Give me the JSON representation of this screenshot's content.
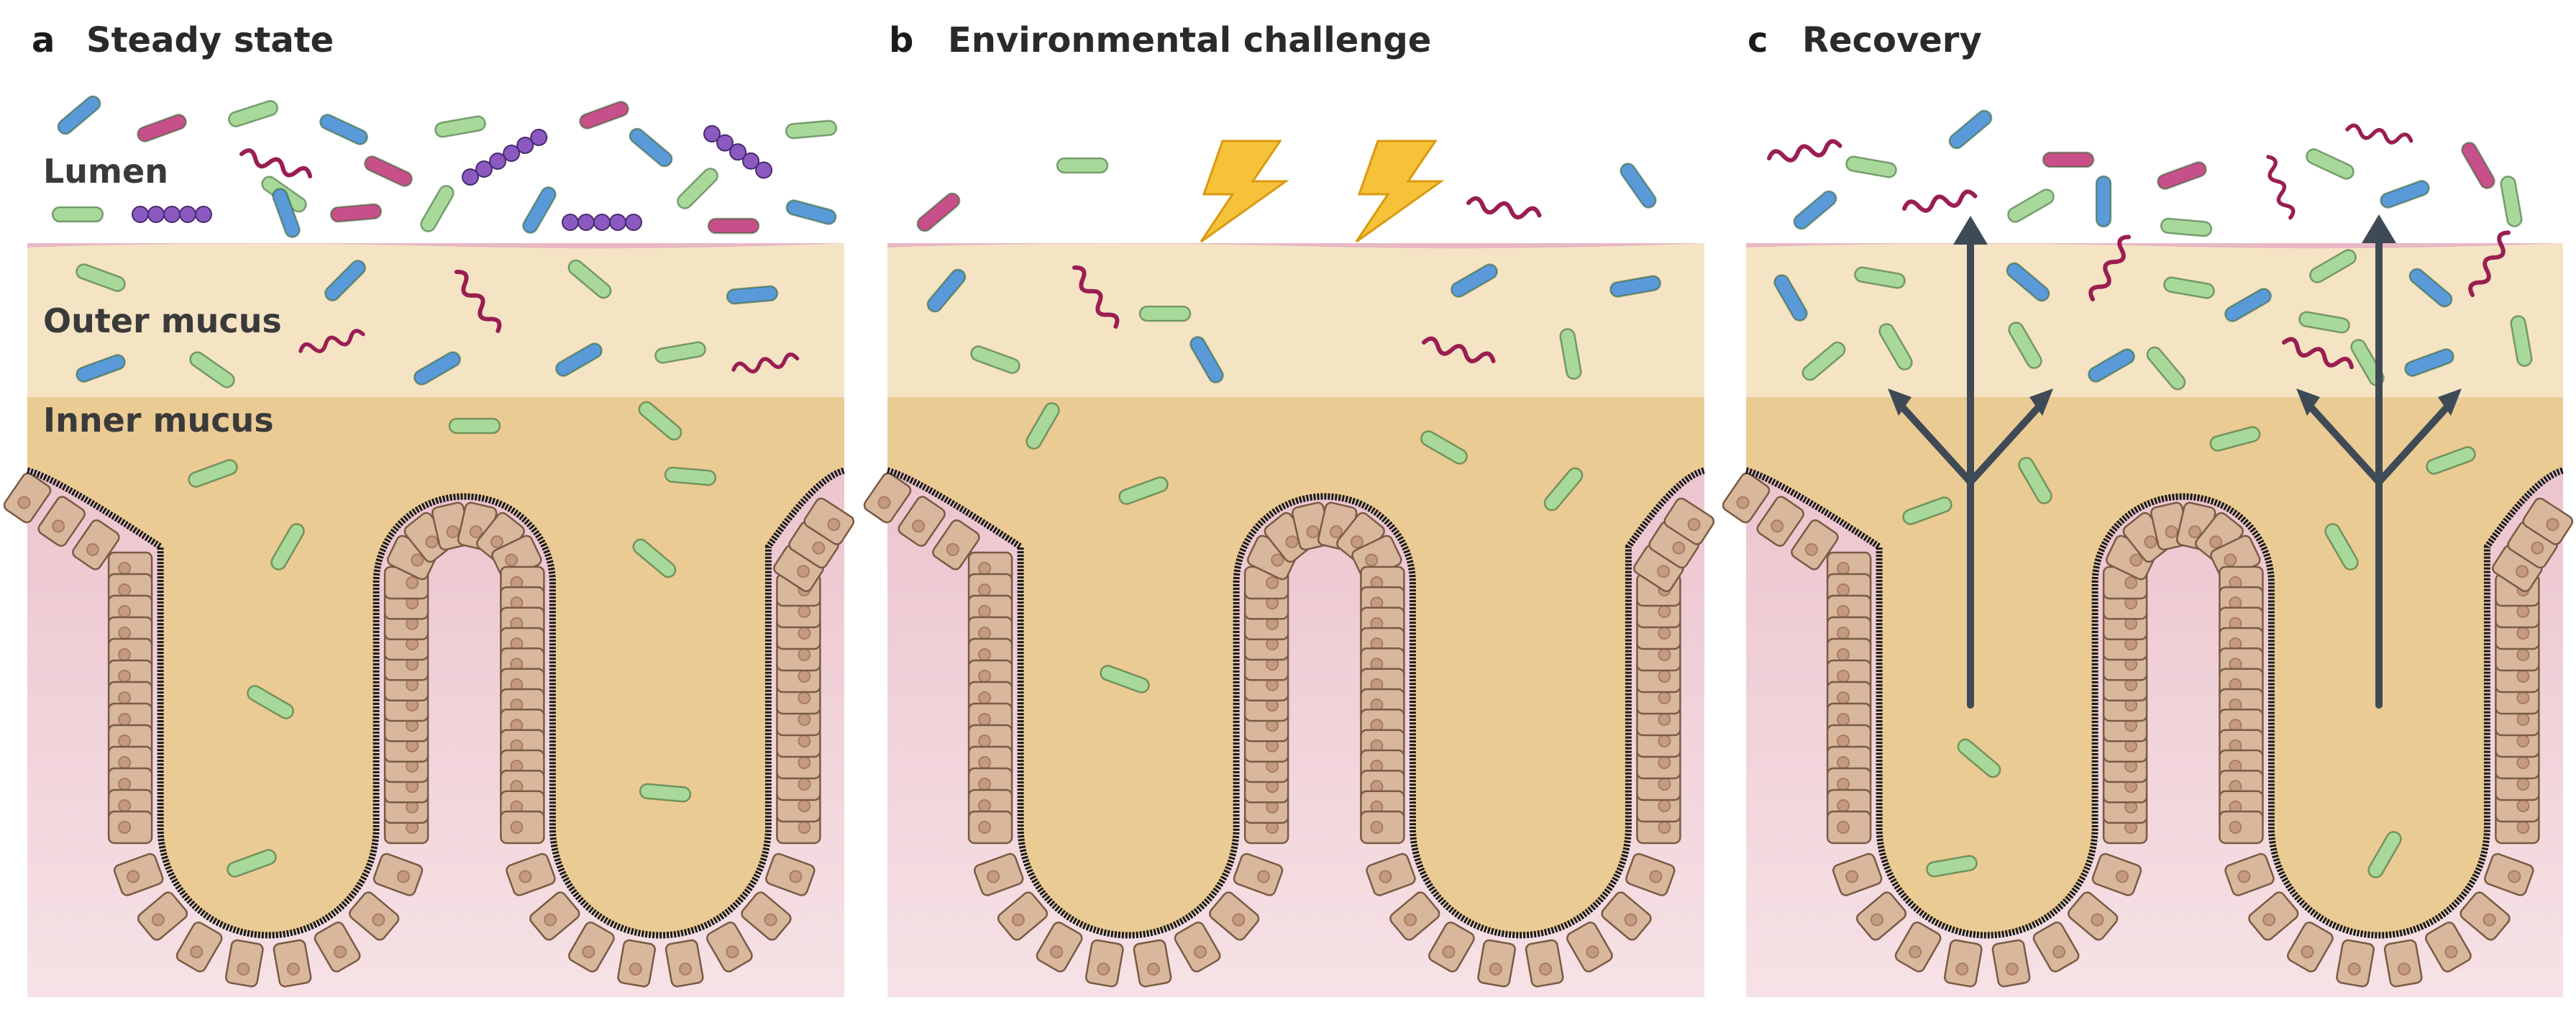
{
  "panels": [
    {
      "letter": "a",
      "title": "Steady state"
    },
    {
      "letter": "b",
      "title": "Environmental challenge"
    },
    {
      "letter": "c",
      "title": "Recovery"
    }
  ],
  "layer_labels": {
    "lumen": "Lumen",
    "outer_mucus": "Outer mucus",
    "inner_mucus": "Inner mucus"
  },
  "colors": {
    "background": "#ffffff",
    "outer_mucus": "#f5e4c4",
    "inner_mucus": "#ebcb94",
    "tissue_top": "#e8b8c4",
    "tissue_bottom": "#f6e2e6",
    "cell_fill": "#d8b79c",
    "cell_stroke": "#7a5a44",
    "nucleus": "#c49a80",
    "brush_border": "#1a1a1a",
    "bacteria_green": "#a8d89a",
    "bacteria_blue": "#5b9ad8",
    "bacteria_pink": "#c8508a",
    "bacteria_purple": "#8a5ac0",
    "spirochete": "#9a1e52",
    "lightning": "#f6c23a",
    "arrows": "#3e4a56"
  },
  "icons": {
    "challenge": "lightning-bolt-icon",
    "recovery": "branching-arrow-icon"
  }
}
